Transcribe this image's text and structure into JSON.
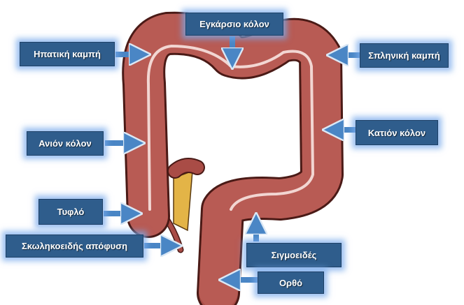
{
  "labels": {
    "transverse": "Εγκάρσιο κόλον",
    "hepatic": "Ηπατική καμπή",
    "splenic": "Σπληνική καμπή",
    "ascending": "Ανιόν κόλον",
    "descending": "Κατιόν κόλον",
    "cecum": "Τυφλό",
    "appendix": "Σκωληκοειδής απόφυση",
    "sigmoid": "Σιγμοειδές",
    "rectum": "Ορθό"
  },
  "colors": {
    "box": "#2f5d8c",
    "arrow": "#4a86c5",
    "colon": "#a94c46",
    "colon_outline": "#4a1a16",
    "fat": "#e3b447"
  }
}
